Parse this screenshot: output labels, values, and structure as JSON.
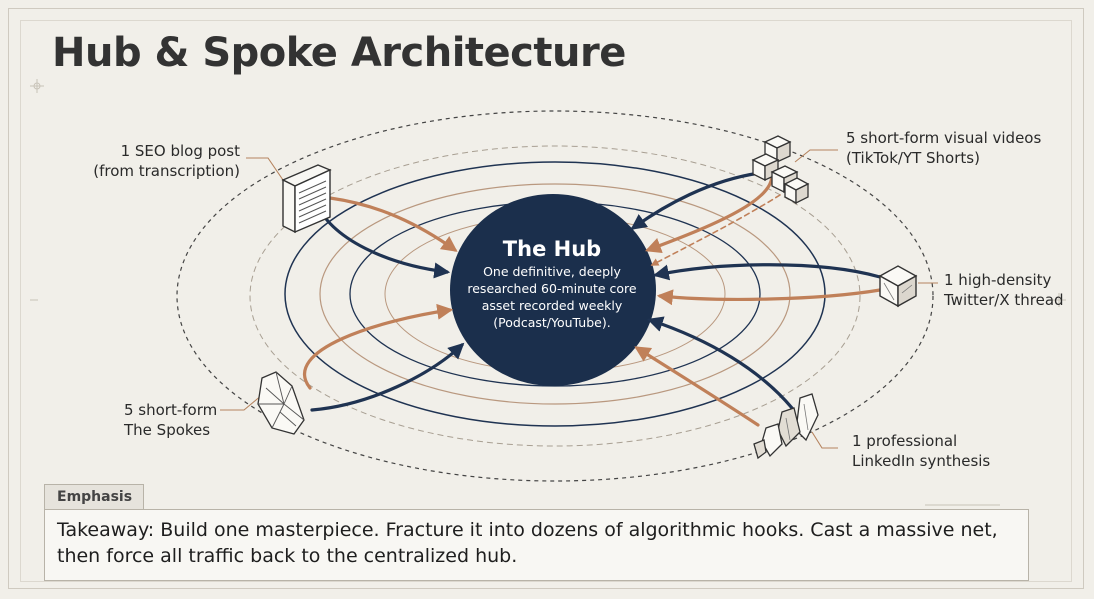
{
  "title": "Hub & Spoke Architecture",
  "hub": {
    "title": "The Hub",
    "description_lines": [
      "One definitive, deeply",
      "researched 60-minute core",
      "asset recorded weekly",
      "(Podcast/YouTube)."
    ]
  },
  "spokes": {
    "seo_blog": {
      "lines": [
        "1 SEO blog post",
        "(from transcription)"
      ],
      "icon": "document-icon"
    },
    "short_videos": {
      "lines": [
        "5 short-form visual videos",
        "(TikTok/YT Shorts)"
      ],
      "icon": "cubes-icon"
    },
    "twitter_thread": {
      "lines": [
        "1 high-density",
        "Twitter/X thread"
      ],
      "icon": "cube-icon"
    },
    "linkedin": {
      "lines": [
        "1 professional",
        "LinkedIn synthesis"
      ],
      "icon": "shards-icon"
    },
    "the_spokes": {
      "lines": [
        "5 short-form",
        "The Spokes"
      ],
      "icon": "crystal-icon"
    }
  },
  "emphasis": {
    "tab_label": "Emphasis",
    "takeaway_lines": [
      "Takeaway: Build one masterpiece. Fracture it into dozens of algorithmic hooks. Cast a massive net,",
      "then force all traffic back to the centralized hub."
    ]
  },
  "colors": {
    "hub_fill": "#1b2f4c",
    "navy_arrow": "#1f3352",
    "copper_arrow": "#c08059",
    "background": "#f1efe9"
  }
}
